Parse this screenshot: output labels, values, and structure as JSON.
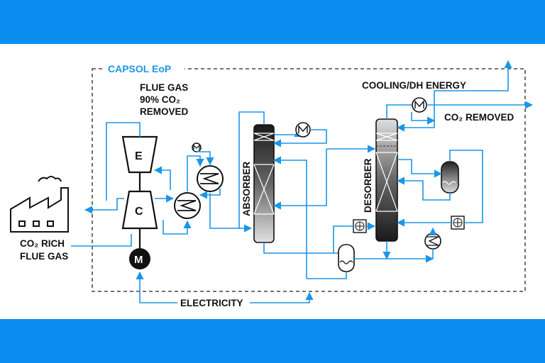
{
  "colors": {
    "band": "#0a8ef0",
    "flow": "#1a96e8",
    "ink": "#111111",
    "title": "#1a96e8"
  },
  "diagram": {
    "title": "CAPSOL EoP",
    "flue_gas_removed": [
      "FLUE GAS",
      "90% CO₂",
      "REMOVED"
    ],
    "co2_rich": [
      "CO₂ RICH",
      "FLUE GAS"
    ],
    "cooling": "COOLING/DH ENERGY",
    "co2_removed": "CO₂ REMOVED",
    "electricity": "ELECTRICITY",
    "absorber": "ABSORBER",
    "desorber": "DESORBER",
    "expander": "E",
    "compressor": "C",
    "motor": "M",
    "small_motor": "M"
  },
  "icons": [
    "factory-icon",
    "heat-exchanger-icon",
    "motor-icon",
    "fan-cooler-icon",
    "reboiler-icon",
    "pump-icon"
  ]
}
